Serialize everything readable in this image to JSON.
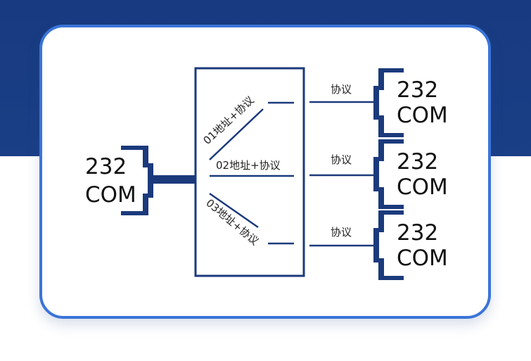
{
  "colors": {
    "banner": "#1a3d84",
    "card_border": "#3a74d8",
    "connector": "#1b3a7c",
    "line": "#1b3a7c"
  },
  "left_port": {
    "line1": "232",
    "line2": "COM"
  },
  "channels": [
    {
      "switch_label": "01地址+协议",
      "link_label": "协议",
      "port_line1": "232",
      "port_line2": "COM"
    },
    {
      "switch_label": "02地址+协议",
      "link_label": "协议",
      "port_line1": "232",
      "port_line2": "COM"
    },
    {
      "switch_label": "03地址+协议",
      "link_label": "协议",
      "port_line1": "232",
      "port_line2": "COM"
    }
  ]
}
